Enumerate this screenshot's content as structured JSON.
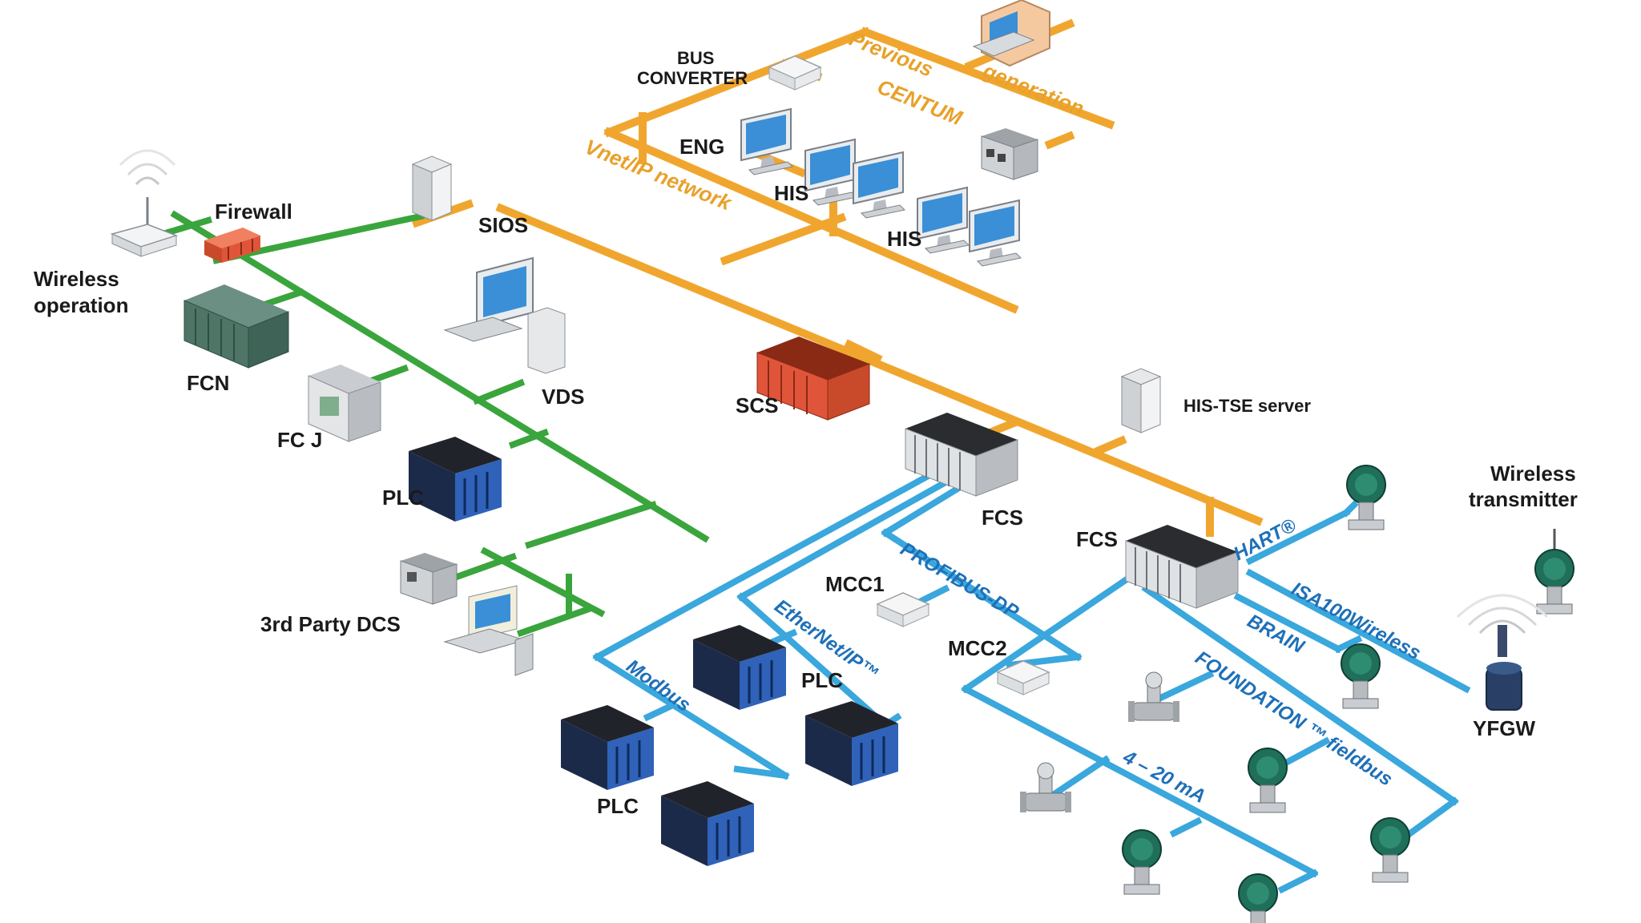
{
  "colors": {
    "vnet": "#f0a62e",
    "green_network": "#3aa53c",
    "field_network": "#3aa7dd",
    "label_orange": "#e8a12a",
    "label_blue": "#1e70b8",
    "device_blue": "#2f62b8",
    "device_red": "#e0553a",
    "device_gray": "#cfd2d4",
    "screen": "#3a8fd6"
  },
  "labels": {
    "bus_converter_1": "BUS",
    "bus_converter_2": "CONVERTER",
    "eng": "ENG",
    "his_1": "HIS",
    "his_2": "HIS",
    "firewall": "Firewall",
    "sios": "SIOS",
    "wireless_op_1": "Wireless",
    "wireless_op_2": "operation",
    "fcn": "FCN",
    "fcj": "FC J",
    "vds": "VDS",
    "plc_green": "PLC",
    "third_party_dcs": "3rd Party DCS",
    "scs": "SCS",
    "his_tse": "HIS-TSE server",
    "fcs_1": "FCS",
    "fcs_2": "FCS",
    "mcc1": "MCC1",
    "mcc2": "MCC2",
    "plc_ethernet": "PLC",
    "plc_modbus": "PLC",
    "wireless_tx_1": "Wireless",
    "wireless_tx_2": "transmitter",
    "yfgw": "YFGW"
  },
  "networks": {
    "previous": "Previous",
    "generation": "generation",
    "centum": "CENTUM",
    "vnet_ip": "Vnet/IP network",
    "profibus": "PROFIBUS-DP",
    "ethernet_ip": "EtherNet/IP™",
    "modbus": "Modbus",
    "hart": "HART®",
    "isa100": "ISA100Wireless",
    "brain": "BRAIN",
    "foundation": "FOUNDATION ™ fieldbus",
    "ma": "4 – 20 mA"
  }
}
